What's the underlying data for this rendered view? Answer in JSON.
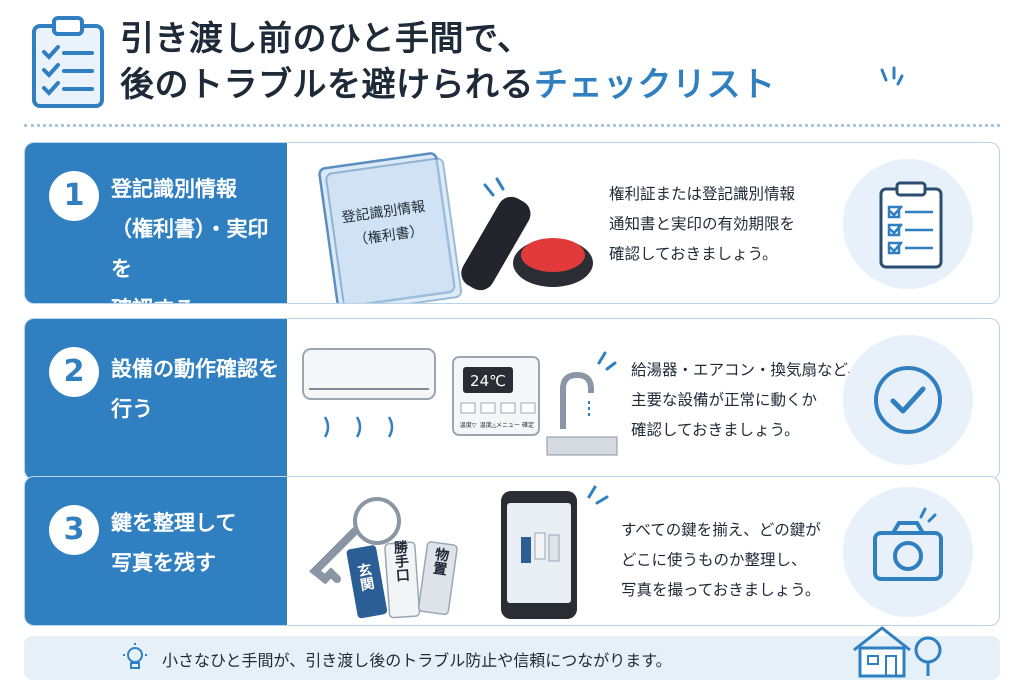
{
  "header": {
    "title_line1": "引き渡し前のひと手間で、",
    "title_line2": "後のトラブルを避けられる",
    "title_accent": "チェックリスト",
    "icon": "clipboard-checklist-icon",
    "accent_color": "#2f7fc1"
  },
  "items": [
    {
      "number": "1",
      "title": "登記識別情報\n（権利書）・実印を\n確認する",
      "illustration": {
        "document_label": "登記識別情報\n（権利書）",
        "icons": [
          "document-icon",
          "seal-stamp-icon"
        ]
      },
      "description": "権利証または登記識別情報\n通知書と実印の有効期限を\n確認しておきましょう。",
      "badge_icon": "clipboard-check-icon"
    },
    {
      "number": "2",
      "title": "設備の動作確認を\n行う",
      "illustration": {
        "thermostat_temp": "24℃",
        "thermostat_buttons": [
          "温度▽",
          "温度△",
          "メニュー",
          "確定"
        ],
        "icons": [
          "air-conditioner-icon",
          "water-heater-panel-icon",
          "faucet-icon"
        ]
      },
      "description": "給湯器・エアコン・換気扇など、\n主要な設備が正常に動くか\n確認しておきましょう。",
      "badge_icon": "check-circle-icon"
    },
    {
      "number": "3",
      "title": "鍵を整理して\n写真を残す",
      "illustration": {
        "tags": [
          "玄関",
          "勝手口",
          "物置"
        ],
        "icons": [
          "keys-icon",
          "smartphone-icon"
        ]
      },
      "description": "すべての鍵を揃え、どの鍵が\nどこに使うものか整理し、\n写真を撮っておきましょう。",
      "badge_icon": "camera-icon"
    }
  ],
  "footer": {
    "text": "小さなひと手間が、引き渡し後のトラブル防止や信頼につながります。",
    "icon": "lightbulb-icon",
    "right_icon": "house-icon"
  }
}
